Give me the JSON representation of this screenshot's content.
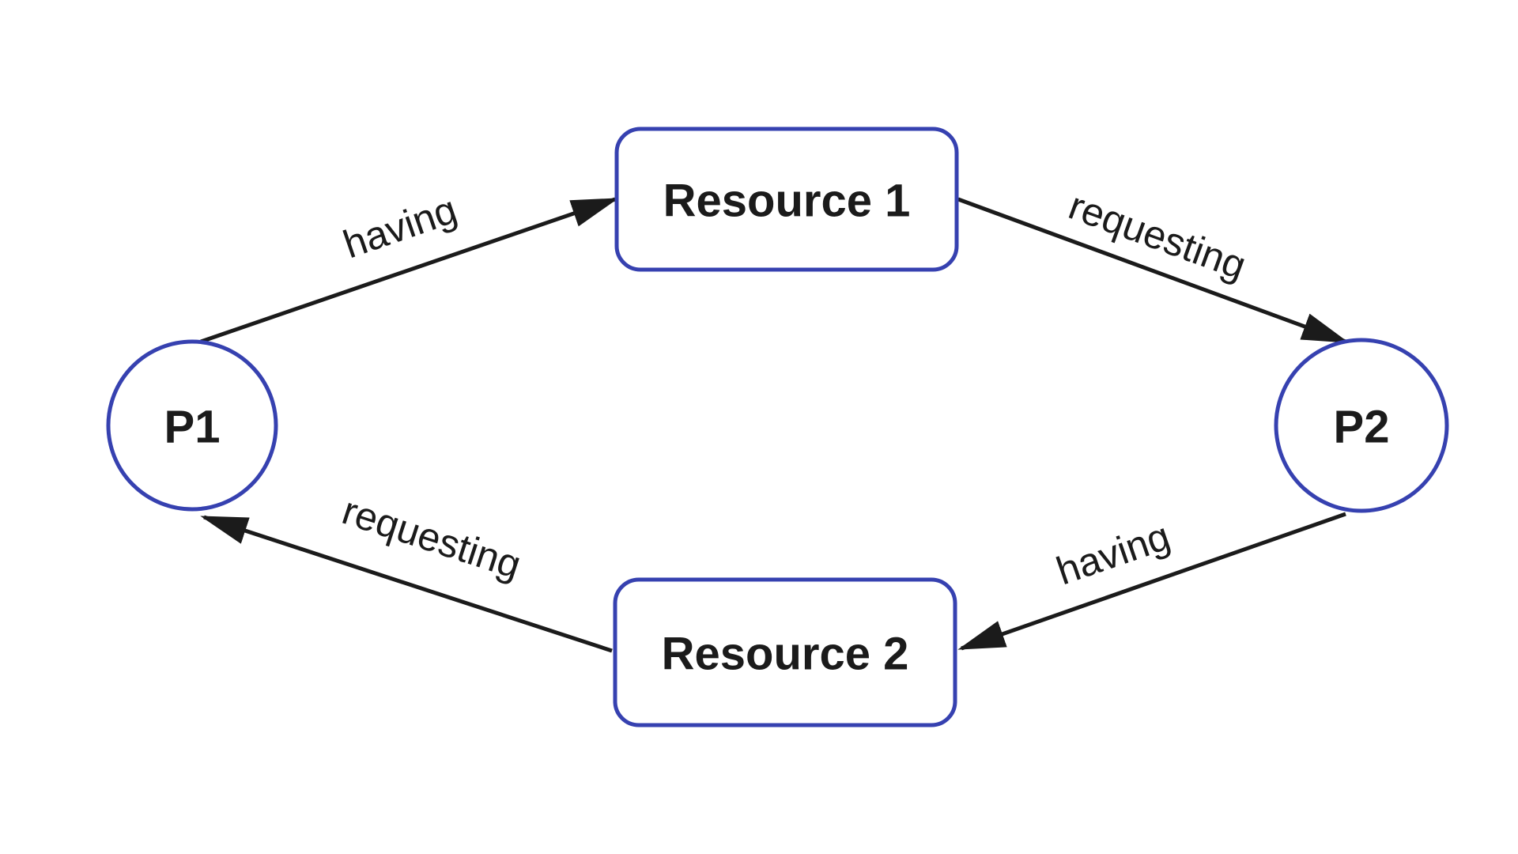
{
  "diagram": {
    "kind": "resource-allocation-graph",
    "colors": {
      "node_border": "#3641b0",
      "node_fill": "#ffffff",
      "edge": "#1b1b1b",
      "text": "#1b1b1b",
      "background": "#ffffff"
    },
    "nodes": {
      "p1": {
        "label": "P1",
        "type": "process",
        "shape": "circle"
      },
      "p2": {
        "label": "P2",
        "type": "process",
        "shape": "circle"
      },
      "r1": {
        "label": "Resource 1",
        "type": "resource",
        "shape": "rounded-rect"
      },
      "r2": {
        "label": "Resource 2",
        "type": "resource",
        "shape": "rounded-rect"
      }
    },
    "edges": {
      "p1_to_r1": {
        "label": "having",
        "from": "P1",
        "to": "Resource 1"
      },
      "r1_to_p2": {
        "label": "requesting",
        "from": "Resource 1",
        "to": "P2"
      },
      "p2_to_r2": {
        "label": "having",
        "from": "P2",
        "to": "Resource 2"
      },
      "r2_to_p1": {
        "label": "requesting",
        "from": "Resource 2",
        "to": "P1"
      }
    }
  }
}
